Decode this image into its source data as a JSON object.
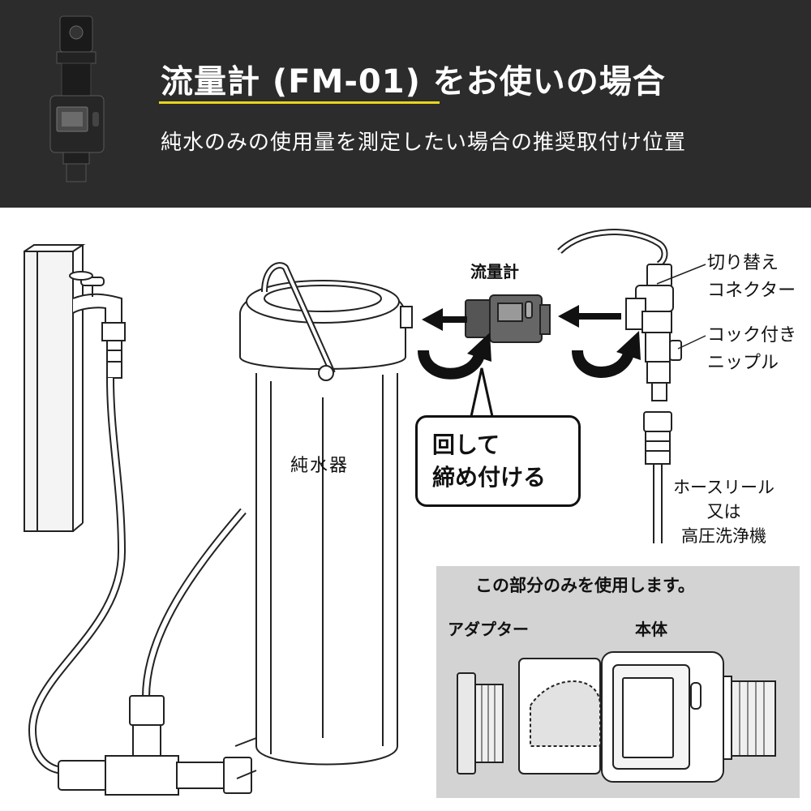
{
  "header": {
    "title": "流量計 (FM-01) をお使いの場合",
    "subtitle": "純水のみの使用量を測定したい場合の推奨取付け位置",
    "background": "#2c2c2c",
    "accent": "#e8d51f"
  },
  "diagram": {
    "flow_meter_label": "流量計",
    "switch_connector_label": [
      "切り替え",
      "コネクター"
    ],
    "nipple_label": [
      "コック付き",
      "ニップル"
    ],
    "hose_label": [
      "ホースリール",
      "又は",
      "高圧洗浄機"
    ],
    "purifier_label": "純水器",
    "callout": [
      "回して",
      "締め付ける"
    ],
    "icons": [
      "left-arrow-icon",
      "rotate-arrow-icon"
    ]
  },
  "inset": {
    "caption": "この部分のみを使用します。",
    "adapter_label": "アダプター",
    "body_label": "本体",
    "background": "#d3d3d3"
  }
}
